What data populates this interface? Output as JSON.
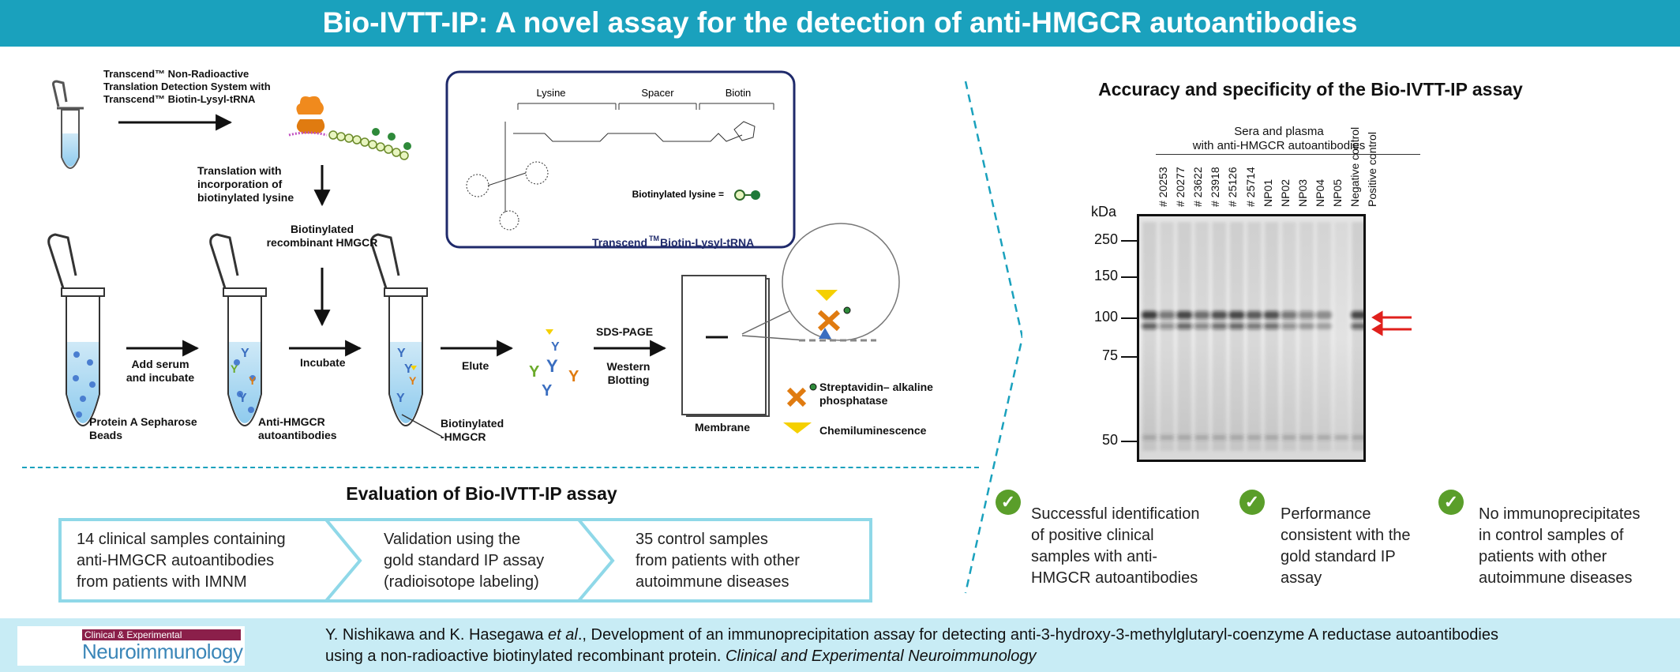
{
  "title": "Bio-IVTT-IP: A novel assay for the detection of anti-HMGCR autoantibodies",
  "workflow": {
    "kit_label": [
      "Transcend™ Non-Radioactive",
      "Translation Detection System with",
      "Transcend™ Biotin-Lysyl-tRNA"
    ],
    "translation_label": [
      "Translation with",
      "incorporation of",
      "biotinylated lysine"
    ],
    "product_label": [
      "Biotinylated",
      "recombinant HMGCR"
    ],
    "step_add_serum": [
      "Add serum",
      "and incubate"
    ],
    "step_incubate": "Incubate",
    "step_elute": "Elute",
    "step_sds": "SDS-PAGE",
    "step_western": [
      "Western",
      "Blotting"
    ],
    "tube1_label": [
      "Protein A Sepharose",
      "Beads"
    ],
    "tube2_label": [
      "Anti-HMGCR",
      "autoantibodies"
    ],
    "tube3_label": [
      "Biotinylated",
      "-HMGCR"
    ],
    "membrane_label": "Membrane",
    "legend_streptavidin": [
      "Streptavidin– alkaline",
      "phosphatase"
    ],
    "legend_chemi": "Chemiluminescence"
  },
  "trna_box": {
    "segment_lysine": "Lysine",
    "segment_spacer": "Spacer",
    "segment_biotin": "Biotin",
    "biotin_lysine": "Biotinylated lysine =",
    "caption": "Transcend",
    "caption_sup": "TM",
    "caption_rest": " Biotin-Lysyl-tRNA"
  },
  "evaluation": {
    "heading": "Evaluation of Bio-IVTT-IP assay",
    "steps": [
      [
        "14 clinical samples containing",
        "anti-HMGCR autoantibodies",
        "from patients with IMNM"
      ],
      [
        "Validation using the",
        "gold standard IP assay",
        "(radioisotope labeling)"
      ],
      [
        "35 control samples",
        "from patients with other",
        "autoimmune diseases"
      ]
    ]
  },
  "blot": {
    "heading": "Accuracy and specificity of the Bio-IVTT-IP assay",
    "group_label": [
      "Sera and plasma",
      "with anti-HMGCR autoantibodies"
    ],
    "lanes": [
      "# 20253",
      "# 20277",
      "# 23622",
      "# 23918",
      "# 25126",
      "# 25714",
      "NP01",
      "NP02",
      "NP03",
      "NP04",
      "NP05",
      "Negative control",
      "Positive control"
    ],
    "band_intensity": [
      0.85,
      0.55,
      0.8,
      0.6,
      0.75,
      0.8,
      0.7,
      0.75,
      0.55,
      0.45,
      0.4,
      0.0,
      0.8
    ],
    "kda_label": "kDa",
    "kda_ticks": [
      "250",
      "150",
      "100",
      "75",
      "50"
    ],
    "arrow_color": "#e0201c"
  },
  "results": [
    [
      "Successful identification",
      "of positive clinical",
      "samples with anti-",
      "HMGCR autoantibodies"
    ],
    [
      "Performance",
      "consistent with the",
      "gold standard IP",
      "assay"
    ],
    [
      "No immunoprecipitates",
      "in control samples of",
      "patients with other",
      "autoimmune diseases"
    ]
  ],
  "footer": {
    "journal_top": "Clinical & Experimental",
    "journal_name": "Neuroimmunology",
    "citation_authors": "Y. Nishikawa and K. Hasegawa ",
    "citation_etal": "et al",
    "citation_title": "., Development of an immunoprecipitation assay for detecting anti-3-hydroxy-3-methylglutaryl-coenzyme A reductase autoantibodies",
    "citation_line2": "using a non-radioactive biotinylated recombinant protein. ",
    "citation_journal": "Clinical and Experimental Neuroimmunology"
  },
  "colors": {
    "banner": "#1aa1bd",
    "accent_border": "#8fd8e8",
    "dashed": "#1aa1bd",
    "check": "#5a9e2a",
    "dark_blue": "#1f2a6b"
  }
}
